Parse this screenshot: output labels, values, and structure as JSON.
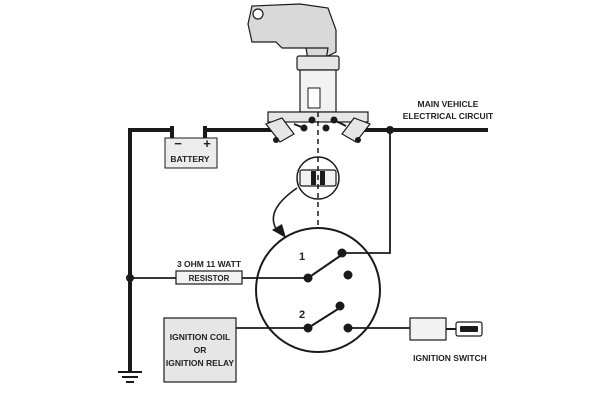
{
  "labels": {
    "main_circuit_line1": "MAIN VEHICLE",
    "main_circuit_line2": "ELECTRICAL CIRCUIT",
    "battery": "BATTERY",
    "battery_minus": "−",
    "battery_plus": "+",
    "resistor_spec": "3 OHM 11 WATT",
    "resistor": "RESISTOR",
    "ignition_coil_line1": "IGNITION COIL",
    "ignition_coil_line2": "OR",
    "ignition_coil_line3": "IGNITION RELAY",
    "ignition_switch": "IGNITION SWITCH",
    "contact_1": "1",
    "contact_2": "2"
  },
  "colors": {
    "line": "#1a1a1a",
    "fill_grey": "#e6e6e6",
    "fill_light": "#f2f2f2",
    "background": "#ffffff"
  }
}
